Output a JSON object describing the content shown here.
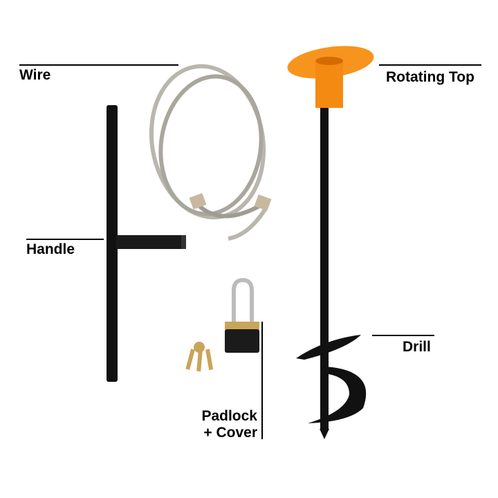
{
  "labels": {
    "wire": "Wire",
    "rotating_top": "Rotating Top",
    "handle": "Handle",
    "drill": "Drill",
    "padlock_line1": "Padlock",
    "padlock_line2": "+ Cover"
  },
  "colors": {
    "orange": "#f7941d",
    "black": "#111111",
    "wire": "#b9b6ae",
    "brass": "#c9a55a"
  }
}
